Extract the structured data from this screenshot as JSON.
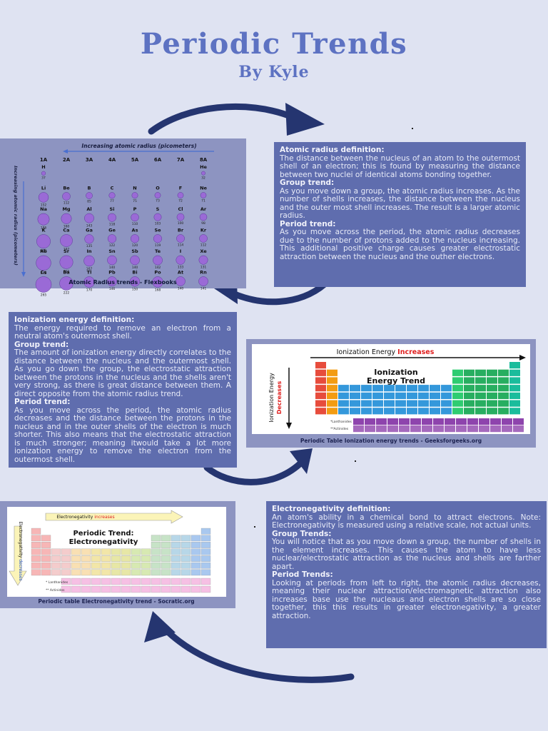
{
  "header": {
    "title": "Periodic Trends",
    "subtitle": "By Kyle"
  },
  "atomic_radius": {
    "definition_heading": "Atomic radius definition:",
    "definition_text": "The distance between the nucleus of an atom to the outermost shell of an electron; this is found by measuring the distance between two nuclei of identical atoms bonding together.",
    "group_heading": "Group trend:",
    "group_text": "As you move down a group, the atomic radius increases. As the number of shells increases, the distance between the nucleus and the outer most shell increases. The result is a larger atomic radius.",
    "period_heading": "Period trend:",
    "period_text": "As you move across the period, the atomic radius decreases due to the number of protons added to the nucleus increasing. This additional positive charge causes greater electrostatic attraction between the nucleus and the outher electrons.",
    "figure": {
      "top_label": "Increasing atomic radius (picometers)",
      "side_label": "Increasing atomic radius (picometers)",
      "groups": [
        "1A",
        "2A",
        "3A",
        "4A",
        "5A",
        "6A",
        "7A",
        "8A"
      ],
      "rows": [
        {
          "cells": [
            [
              "H",
              "37"
            ],
            null,
            null,
            null,
            null,
            null,
            null,
            [
              "He",
              "32"
            ]
          ]
        },
        {
          "cells": [
            [
              "Li",
              "152"
            ],
            [
              "Be",
              "112"
            ],
            [
              "B",
              "85"
            ],
            [
              "C",
              "77"
            ],
            [
              "N",
              "75"
            ],
            [
              "O",
              "73"
            ],
            [
              "F",
              "72"
            ],
            [
              "Ne",
              "71"
            ]
          ]
        },
        {
          "cells": [
            [
              "Na",
              "186"
            ],
            [
              "Mg",
              "160"
            ],
            [
              "Al",
              "143"
            ],
            [
              "Si",
              "118"
            ],
            [
              "P",
              "110"
            ],
            [
              "S",
              "103"
            ],
            [
              "Cl",
              "100"
            ],
            [
              "Ar",
              "98"
            ]
          ]
        },
        {
          "cells": [
            [
              "K",
              "227"
            ],
            [
              "Ca",
              "197"
            ],
            [
              "Ga",
              "135"
            ],
            [
              "Ge",
              "122"
            ],
            [
              "As",
              "120"
            ],
            [
              "Se",
              "119"
            ],
            [
              "Br",
              "114"
            ],
            [
              "Kr",
              "112"
            ]
          ]
        },
        {
          "cells": [
            [
              "Rb",
              "248"
            ],
            [
              "Sr",
              "215"
            ],
            [
              "In",
              "167"
            ],
            [
              "Sn",
              "140"
            ],
            [
              "Sb",
              "140"
            ],
            [
              "Te",
              "142"
            ],
            [
              "I",
              "133"
            ],
            [
              "Xe",
              "131"
            ]
          ]
        },
        {
          "cells": [
            [
              "Cs",
              "265"
            ],
            [
              "Ba",
              "222"
            ],
            [
              "Tl",
              "170"
            ],
            [
              "Pb",
              "146"
            ],
            [
              "Bi",
              "150"
            ],
            [
              "Po",
              "168"
            ],
            [
              "At",
              "140"
            ],
            [
              "Rn",
              "141"
            ]
          ]
        }
      ],
      "caption": "Atomic Radius trends - Flexbooks"
    }
  },
  "ionization": {
    "definition_heading": "Ionization energy definition:",
    "definition_text": "The energy required to remove an electron from a neutral atom's outermost shell.",
    "group_heading": "Group trend:",
    "group_text": "The amount of ionization energy directly correlates to the distance between the nucleus and the outermost shell. As you go down the group, the electrostatic attraction between the protons in the nucleus and the shells aren't very strong, as there is great distance between them. A direct opposite from the atomic radius trend.",
    "period_heading": "Period trend:",
    "period_text": "As you move across the period, the atomic radius decreases and the distance between the protons in the nucleus and in the outer shells of the electron is much shorter. This also means that the electrostatic attraction is much stronger; meaning itwould take a lot more ionization energy to remove the electron from the outermost shell.",
    "figure": {
      "top_label_prefix": "Ionization Energy ",
      "top_label_emph": "Increases",
      "title_line1": "Ionization",
      "title_line2": "Energy Trend",
      "side_label_line1": "Ionization Energy",
      "side_label_line2": "Decreases",
      "lanthanides_label": "*Lanthanides",
      "actinides_label": "**Actinides",
      "caption": "Periodic Table Ionization energy trends - Geeksforgeeks.org"
    }
  },
  "electronegativity": {
    "definition_heading": "Electronegativity definition:",
    "definition_text": "An atom's ability in a chemical bond to attract electrons. Note: Electronegativity is measured using a relative scale, not actual units.",
    "group_heading": "Group Trends:",
    "group_text": "You will notice that as you move down a group, the number of shells in the element increases. This causes the atom to have less nuclear/electrostatic attraction as the nucleus and shells are farther apart.",
    "period_heading": "Period Trends:",
    "period_text": "Looking at periods from left to right, the atomic radius decreases, meaning their nuclear attraction/electromagnetic attraction also increases base use the nucleaus and electron shells are so close together, this this results in greater electronegativity, a greater attraction.",
    "figure": {
      "top_label_prefix": "Electronegativity ",
      "top_label_emph": "increases",
      "title_line1": "Periodic Trend:",
      "title_line2": "Electronegativity",
      "side_label_prefix": "Electronegativity ",
      "side_label_emph": "decreases",
      "lanthanides_label": "* Lanthanides",
      "actinides_label": "** Actinides",
      "caption": "Periodic table Electronegativity trend - Socratic.org"
    }
  },
  "colors": {
    "background": "#dfe3f2",
    "panel": "#5f6dae",
    "arrow": "#253570",
    "title": "#5d72c2"
  }
}
